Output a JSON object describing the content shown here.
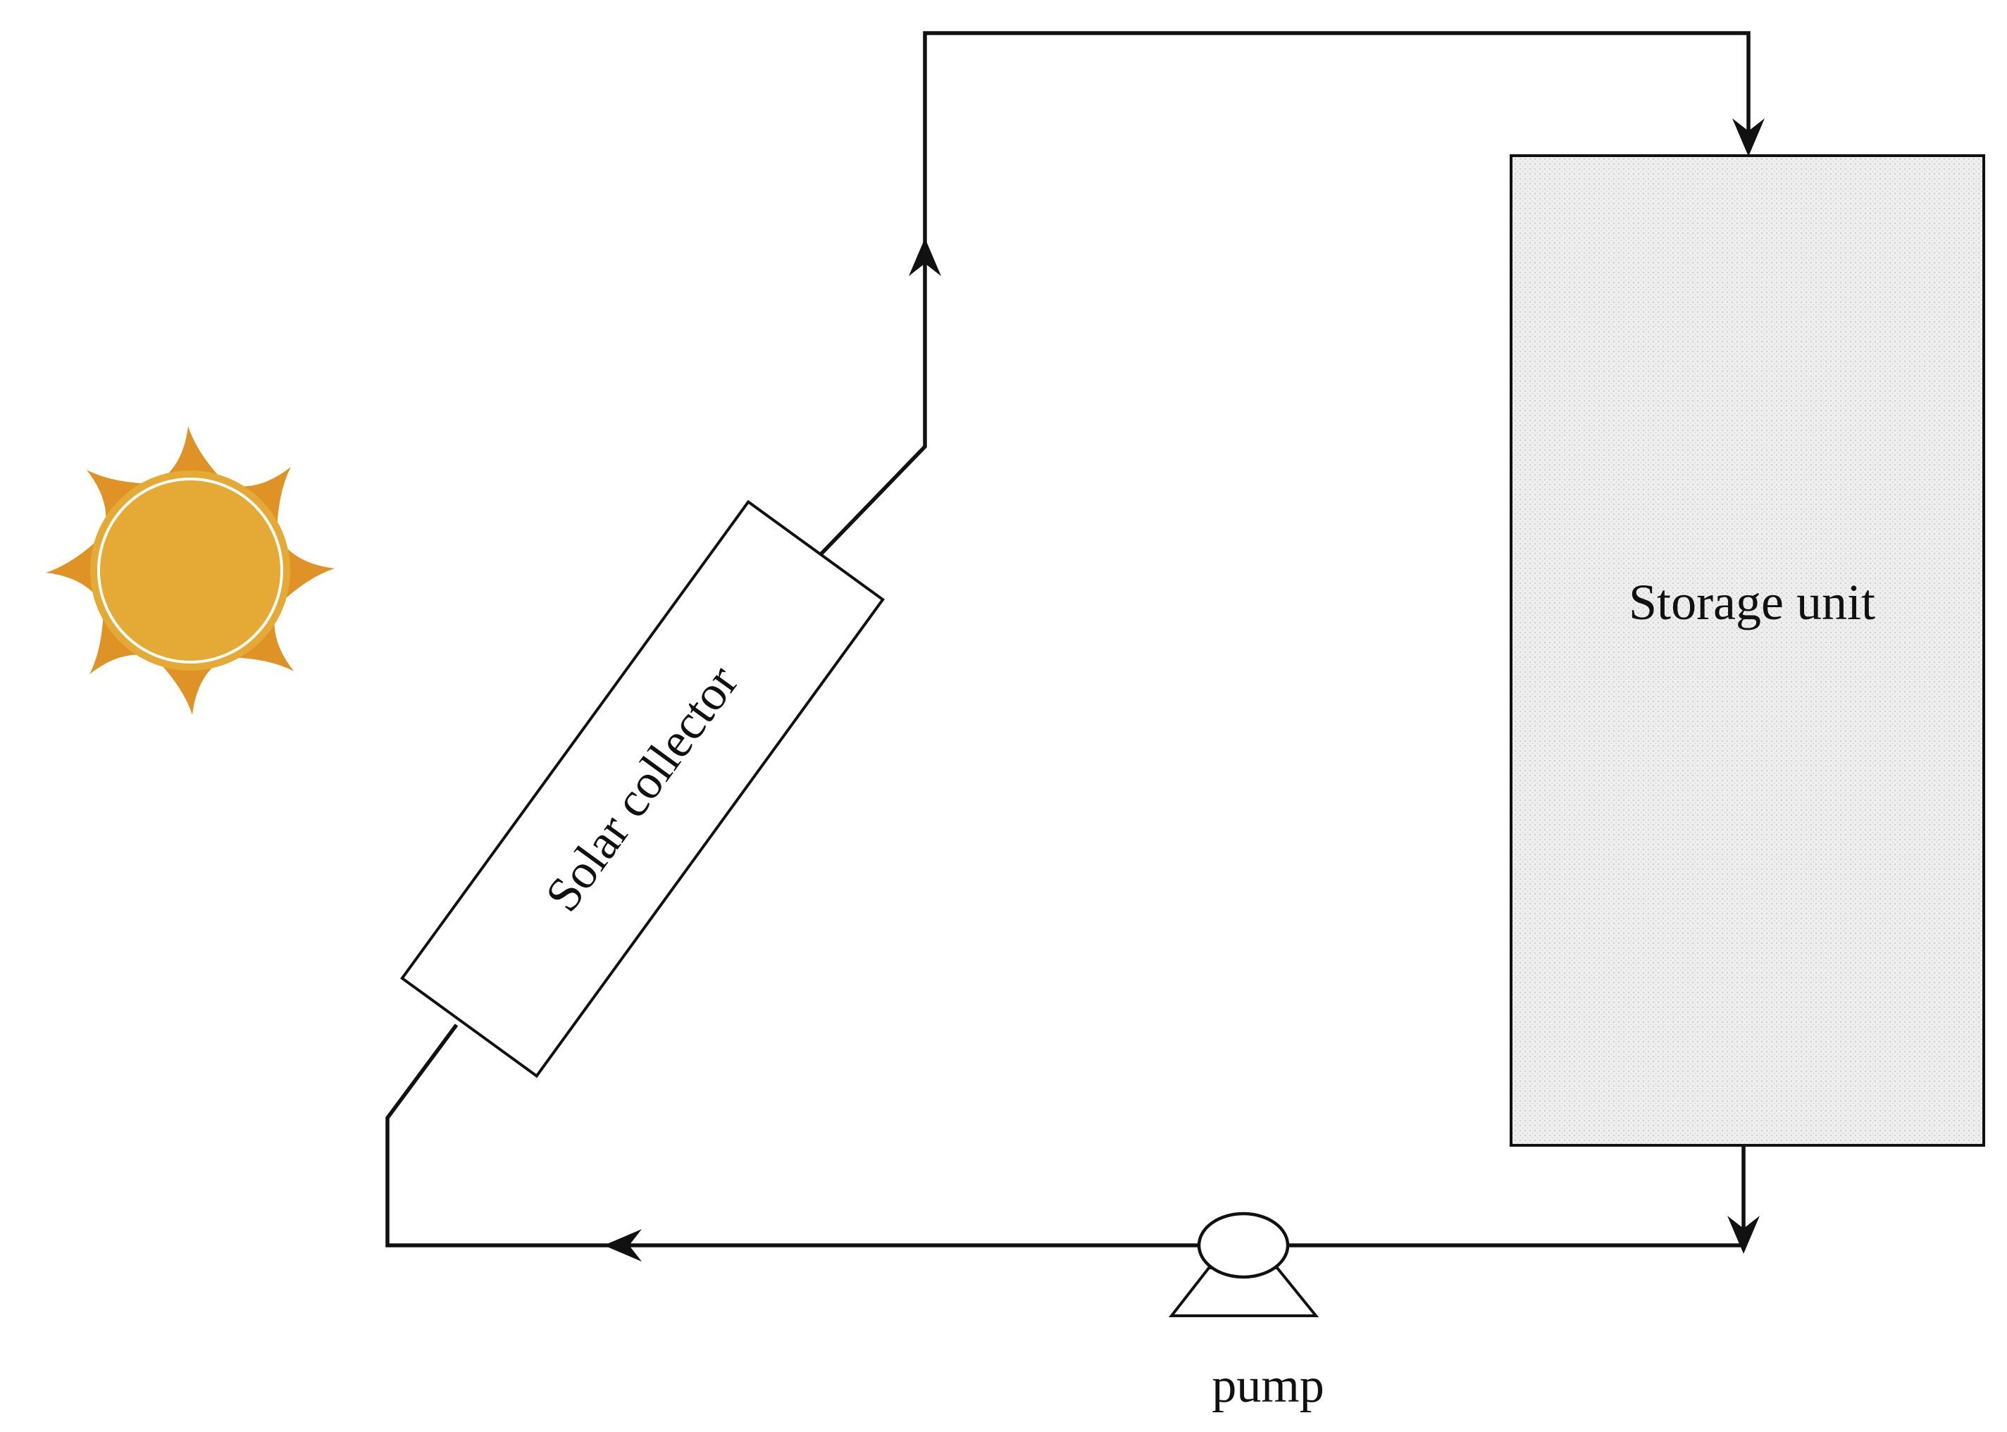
{
  "diagram": {
    "labels": {
      "solar_collector": "Solar collector",
      "storage_unit": "Storage unit",
      "pump": "pump"
    },
    "colors": {
      "line": "#111111",
      "sun_core": "#e5aa35",
      "sun_rays": "#df9327",
      "sun_ring": "#ffffff",
      "storage_fill": "#ededed",
      "background": "#ffffff"
    },
    "icons": {
      "sun": "sun-icon",
      "pump": "pump-icon"
    }
  }
}
